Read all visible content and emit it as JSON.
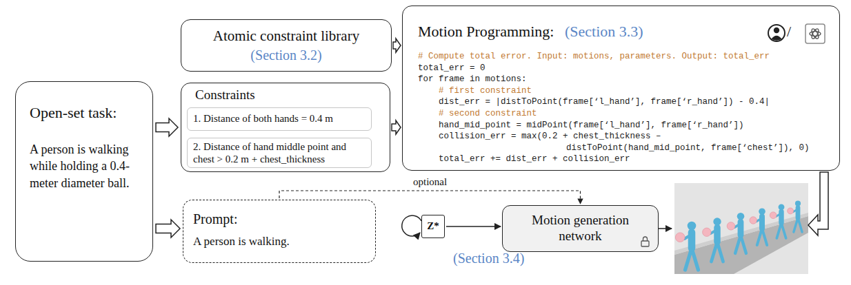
{
  "diagram": {
    "nodes": [
      {
        "text": [
          "Open-set task:",
          "A person is walking while holding a 0.4-meter diameter ball."
        ]
      },
      {
        "text": [
          "Atomic constraint library",
          "(Section 3.2)"
        ]
      },
      {
        "text": [
          "Constraints"
        ]
      },
      {
        "text": [
          "1. Distance of both hands = 0.4 m"
        ],
        "in": 2
      },
      {
        "text": [
          "2. Distance of hand middle point and chest > 0.2 m + chest_thickness"
        ],
        "in": 2
      },
      {
        "text": [
          "Motion Programming:",
          "(Section 3.3)",
          "# Compute total error. Input: motions, parameters. Output: total_err",
          "total_err = 0",
          "for frame in motions:",
          "# first constraint",
          "dist_err = |distToPoint(frame[‘l_hand’], frame[‘r_hand’]) - 0.4|",
          "# second constraint",
          "hand_mid_point = midPoint(frame[‘l_hand’], frame[‘r_hand’])",
          "collision_err = max(0.2 + chest_thickness –",
          "distToPoint(hand_mid_point, frame[‘chest’]), 0)",
          "total_err += dist_err + collision_err"
        ]
      },
      {
        "text": [
          "Prompt:",
          "A person is walking."
        ]
      },
      {
        "text": [
          "Z*"
        ]
      },
      {
        "text": [
          "Motion generation network"
        ]
      }
    ],
    "edges": [
      {
        "from": 0,
        "to": 2,
        "arrow": "to"
      },
      {
        "from": 0,
        "to": 6,
        "arrow": "to"
      },
      {
        "from": 1,
        "to": 5,
        "arrow": "to"
      },
      {
        "from": 2,
        "to": 5,
        "arrow": "to"
      },
      {
        "from": 6,
        "to": 8,
        "label": "optional",
        "arrow": "to"
      },
      {
        "from": 7,
        "to": 8,
        "arrow": "to"
      }
    ],
    "labels": [
      "/",
      "(Section 3.4)"
    ]
  }
}
